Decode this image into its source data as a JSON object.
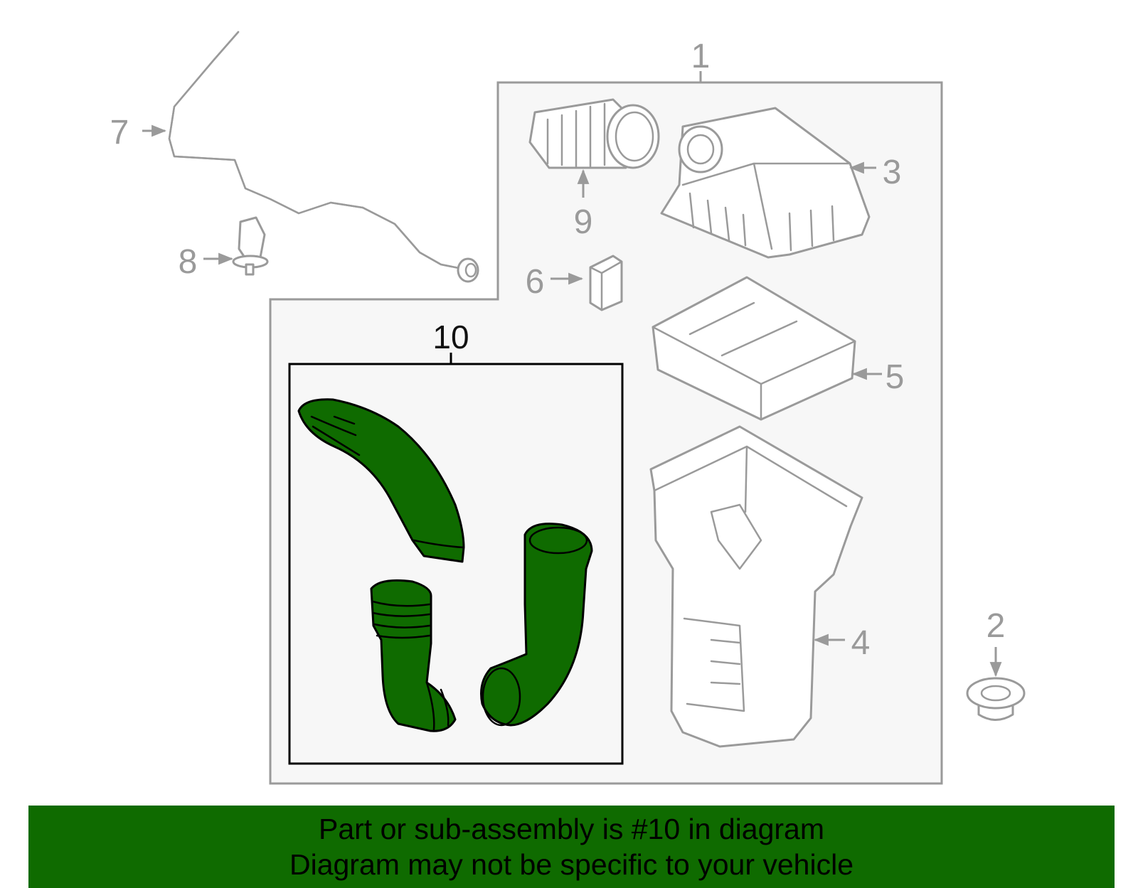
{
  "callouts": {
    "c1": "1",
    "c2": "2",
    "c3": "3",
    "c4": "4",
    "c5": "5",
    "c6": "6",
    "c7": "7",
    "c8": "8",
    "c9": "9",
    "c10": "10"
  },
  "banner": {
    "line1": "Part or sub-assembly is #10 in diagram",
    "line2": "Diagram may not be specific to your vehicle"
  },
  "colors": {
    "highlight": "#0f6b00",
    "banner": "#0f6b00",
    "panel": "#f7f7f7",
    "outline": "#9a9a9a"
  }
}
